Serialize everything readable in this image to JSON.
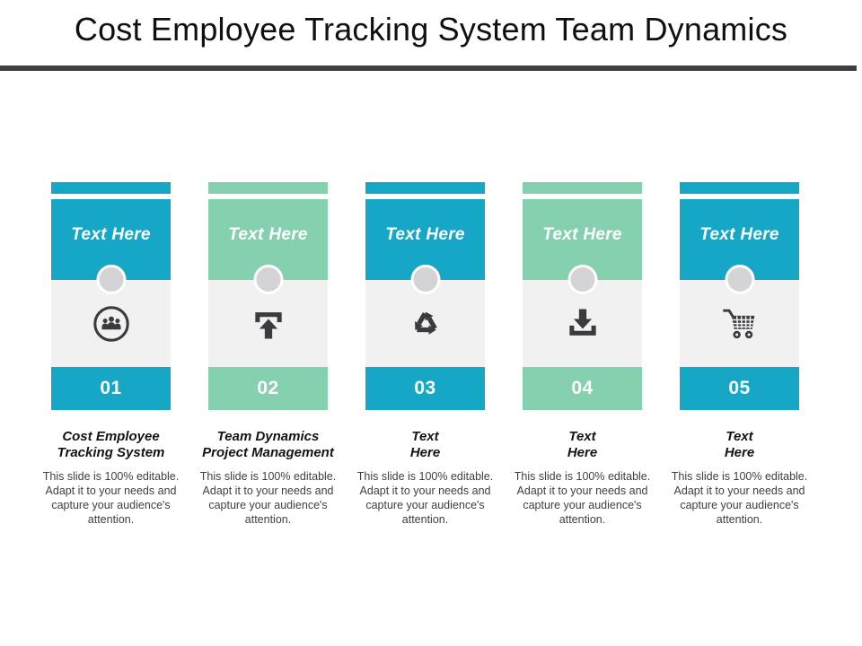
{
  "title": "Cost Employee Tracking System Team Dynamics",
  "colors": {
    "teal": "#16A7C6",
    "mint": "#84D0AF",
    "divider": "#3F3F3F",
    "icon": "#3A3B3F",
    "body_bg": "#F1F1F2",
    "circle_fill": "#D4D4D6",
    "header_text": "#FFFFFF"
  },
  "columns": [
    {
      "header_label": "Text Here",
      "number": "01",
      "icon": "people-group-icon",
      "theme": "teal",
      "title_line1": "Cost Employee",
      "title_line2": "Tracking System",
      "description": "This slide is 100% editable. Adapt it to your needs and capture your audience's attention."
    },
    {
      "header_label": "Text Here",
      "number": "02",
      "icon": "upload-icon",
      "theme": "mint",
      "title_line1": "Team Dynamics",
      "title_line2": "Project Management",
      "description": "This slide is 100% editable. Adapt it to your needs and capture your audience's attention."
    },
    {
      "header_label": "Text Here",
      "number": "03",
      "icon": "recycle-icon",
      "theme": "teal",
      "title_line1": "Text",
      "title_line2": "Here",
      "description": "This slide is 100% editable. Adapt it to your needs and capture your audience's attention."
    },
    {
      "header_label": "Text Here",
      "number": "04",
      "icon": "download-icon",
      "theme": "mint",
      "title_line1": "Text",
      "title_line2": "Here",
      "description": "This slide is 100% editable. Adapt it to your needs and capture your audience's attention."
    },
    {
      "header_label": "Text Here",
      "number": "05",
      "icon": "cart-icon",
      "theme": "teal",
      "title_line1": "Text",
      "title_line2": "Here",
      "description": "This slide is 100% editable. Adapt it to your needs and capture your audience's attention."
    }
  ]
}
